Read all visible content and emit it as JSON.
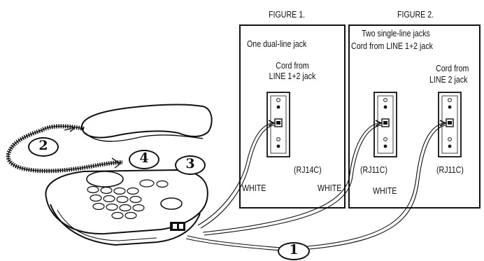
{
  "figure1": {
    "heading": "FIGURE 1.",
    "title": "One dual-line jack",
    "cord_line1": "Cord from",
    "cord_line2": "LINE 1+2 jack",
    "jack_label": "(RJ14C)",
    "wire_label": "WHITE"
  },
  "figure2": {
    "heading": "FIGURE 2.",
    "title_line1": "Two single-line jacks",
    "title_line2": "Cord from LINE 1+2 jack",
    "cord_line1": "Cord from",
    "cord_line2": "LINE 2 jack",
    "jack1_label": "(RJ11C)",
    "jack2_label": "(RJ11C)",
    "wire1_label": "WHITE",
    "wire2_label": "WHITE"
  },
  "steps": [
    "1",
    "2",
    "3",
    "4"
  ],
  "colors": {
    "ink": "#111111",
    "paper": "#ffffff",
    "shade": "#d9d9d9"
  }
}
